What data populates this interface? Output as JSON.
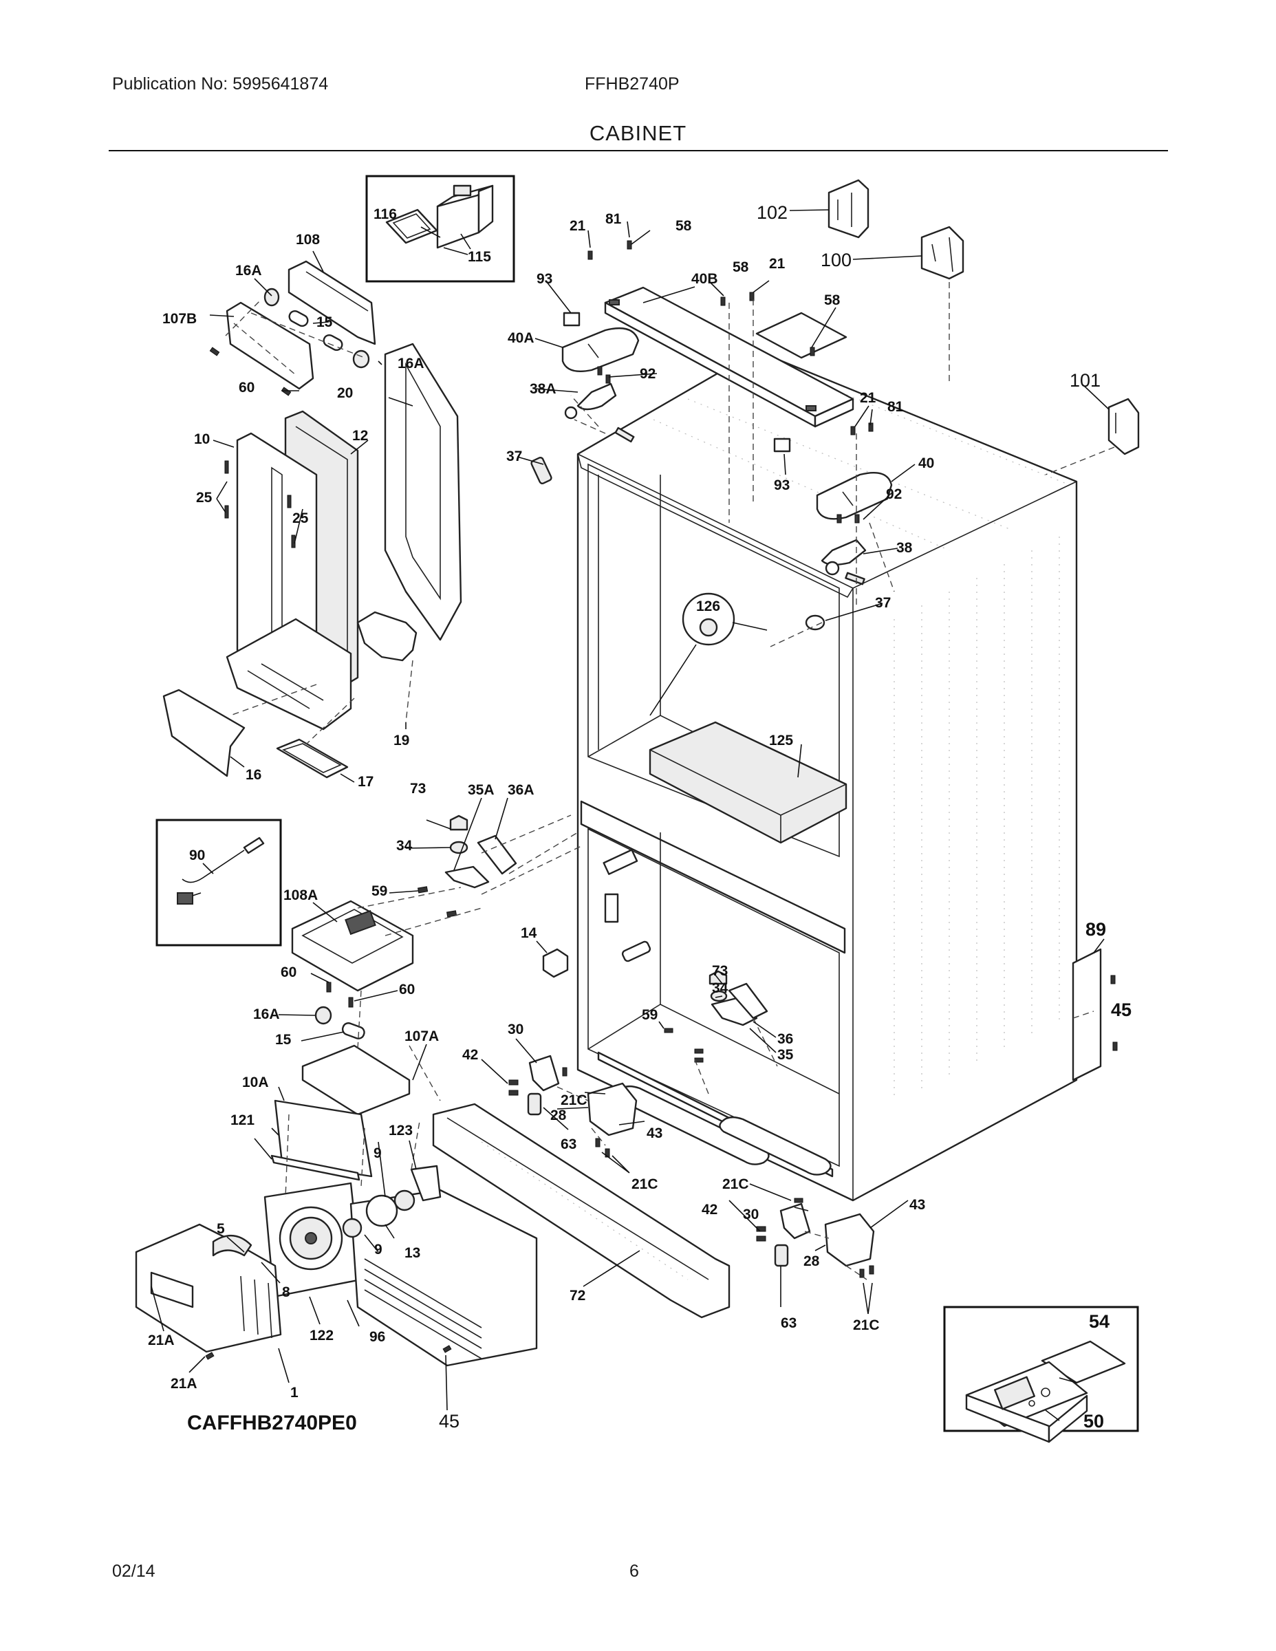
{
  "header": {
    "publication": "Publication No: 5995641874",
    "model": "FFHB2740P",
    "section_title": "CABINET"
  },
  "footer": {
    "date": "02/14",
    "page_number": "6"
  },
  "diagram": {
    "code": "CAFFHB2740PE0",
    "callouts": [
      "116",
      "115",
      "108",
      "16A",
      "107B",
      "15",
      "16A",
      "60",
      "20",
      "10",
      "12",
      "25",
      "25",
      "19",
      "16",
      "17",
      "21",
      "81",
      "58",
      "93",
      "40B",
      "58",
      "21",
      "40A",
      "92",
      "38A",
      "37",
      "102",
      "100",
      "101",
      "58",
      "21",
      "81",
      "40",
      "93",
      "92",
      "38",
      "37",
      "126",
      "125",
      "73",
      "35A",
      "36A",
      "34",
      "59",
      "90",
      "108A",
      "14",
      "60",
      "60",
      "16A",
      "15",
      "107A",
      "89",
      "45",
      "30",
      "42",
      "21C",
      "28",
      "63",
      "43",
      "73",
      "34",
      "59",
      "36",
      "35",
      "10A",
      "121",
      "123",
      "9",
      "9",
      "13",
      "21C",
      "5",
      "8",
      "21A",
      "122",
      "96",
      "21A",
      "1",
      "45",
      "72",
      "21C",
      "42",
      "30",
      "43",
      "28",
      "63",
      "21C",
      "54",
      "50"
    ]
  }
}
